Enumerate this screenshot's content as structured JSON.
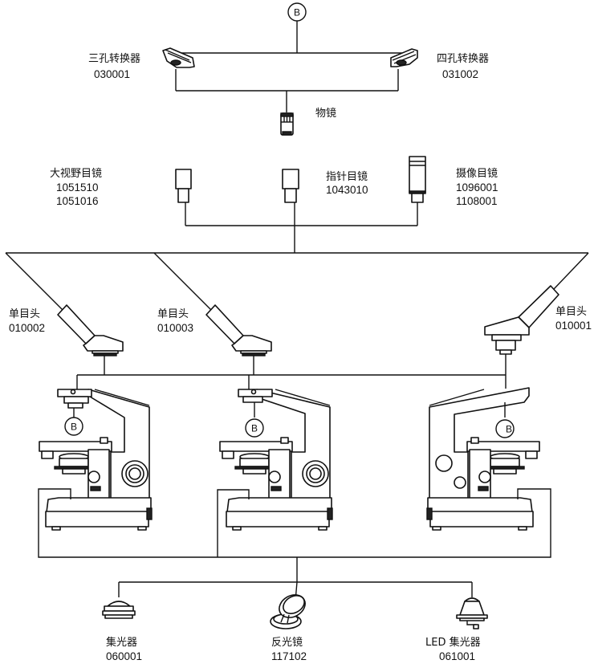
{
  "diagram": {
    "type": "microscope-accessory-system",
    "marker_label": "B",
    "nosepieces": [
      {
        "name": "三孔转换器",
        "code": "030001"
      },
      {
        "name": "四孔转换器",
        "code": "031002"
      }
    ],
    "objective": {
      "name": "物镜"
    },
    "eyepieces": [
      {
        "name": "大视野目镜",
        "codes": [
          "1051510",
          "1051016"
        ]
      },
      {
        "name": "指针目镜",
        "codes": [
          "1043010"
        ]
      },
      {
        "name": "摄像目镜",
        "codes": [
          "1096001",
          "1108001"
        ]
      }
    ],
    "heads": [
      {
        "name": "单目头",
        "code": "010002"
      },
      {
        "name": "单目头",
        "code": "010003"
      },
      {
        "name": "单目头",
        "code": "010001"
      }
    ],
    "microscopes": [
      {
        "id": "microscope-1"
      },
      {
        "id": "microscope-2"
      },
      {
        "id": "microscope-3"
      }
    ],
    "illumination": [
      {
        "name": "集光器",
        "code": "060001"
      },
      {
        "name": "反光镜",
        "code": "117102"
      },
      {
        "name": "LED 集光器",
        "code": "061001"
      }
    ]
  }
}
